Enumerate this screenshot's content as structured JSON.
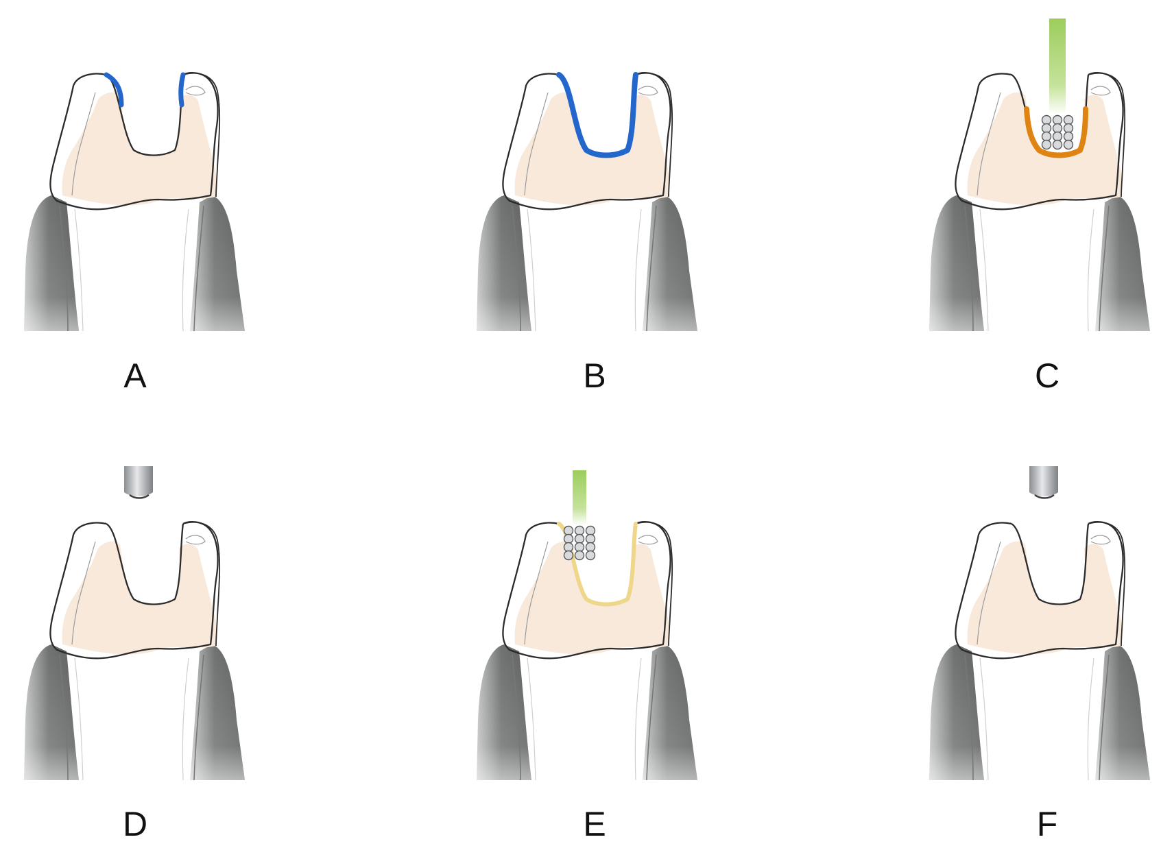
{
  "figure": {
    "panels": [
      {
        "label": "A",
        "layer": "blue-margins",
        "tool": "none"
      },
      {
        "label": "B",
        "layer": "blue-full",
        "tool": "none"
      },
      {
        "label": "C",
        "layer": "orange-floor",
        "tool": "brush"
      },
      {
        "label": "D",
        "layer": "none",
        "tool": "light-tip"
      },
      {
        "label": "E",
        "layer": "yellow-full",
        "tool": "brush"
      },
      {
        "label": "F",
        "layer": "none",
        "tool": "light-tip"
      }
    ]
  },
  "colors": {
    "dentin": "#f8e9da",
    "gum": "#8c8e8d",
    "outline": "#2b2b2b",
    "etchant_blue": "#2366cc",
    "adhesive_orange": "#df8412",
    "coat_yellow": "#eed78a",
    "handle_green": "#a7d36a"
  }
}
